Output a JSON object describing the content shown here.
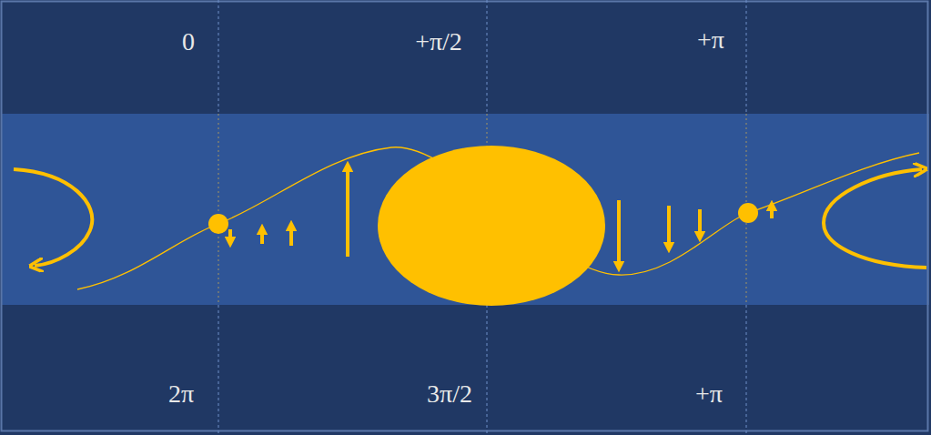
{
  "diagram": {
    "labels": [
      "0",
      "+π/2",
      "+π",
      "2π",
      "3π/2",
      "+π"
    ]
  }
}
